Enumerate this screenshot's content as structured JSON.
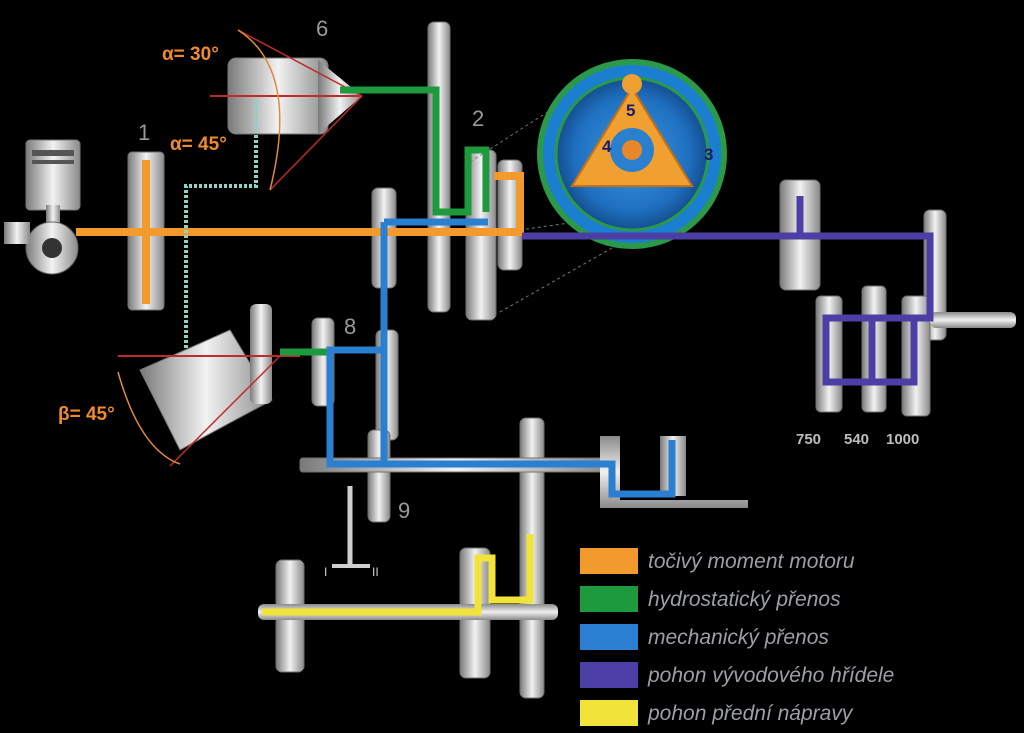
{
  "part_numbers": {
    "n1": "1",
    "n2": "2",
    "n6": "6",
    "n8": "8",
    "n9": "9"
  },
  "angles": {
    "alpha30": "α= 30°",
    "alpha45": "α= 45°",
    "beta45": "β= 45°"
  },
  "rotor_labels": {
    "r3": "3",
    "r4": "4",
    "r5": "5"
  },
  "pto_speeds": [
    "750",
    "540",
    "1000"
  ],
  "gear_selector": {
    "pos1": "I",
    "pos2": "II"
  },
  "legend": [
    {
      "label": "točivý moment motoru",
      "color": "#f39a2e"
    },
    {
      "label": "hydrostatický přenos",
      "color": "#1e9a3e"
    },
    {
      "label": "mechanický přenos",
      "color": "#2b7fd0"
    },
    {
      "label": "pohon vývodového hřídele",
      "color": "#4b3fa6"
    },
    {
      "label": "pohon přední nápravy",
      "color": "#f2e33a"
    }
  ],
  "colors": {
    "engine_torque": "#f39a2e",
    "hydrostatic": "#1e9a3e",
    "mechanical": "#2b7fd0",
    "pto": "#4b3fa6",
    "front_axle": "#f2e33a",
    "hose": "#8fd3c7"
  }
}
